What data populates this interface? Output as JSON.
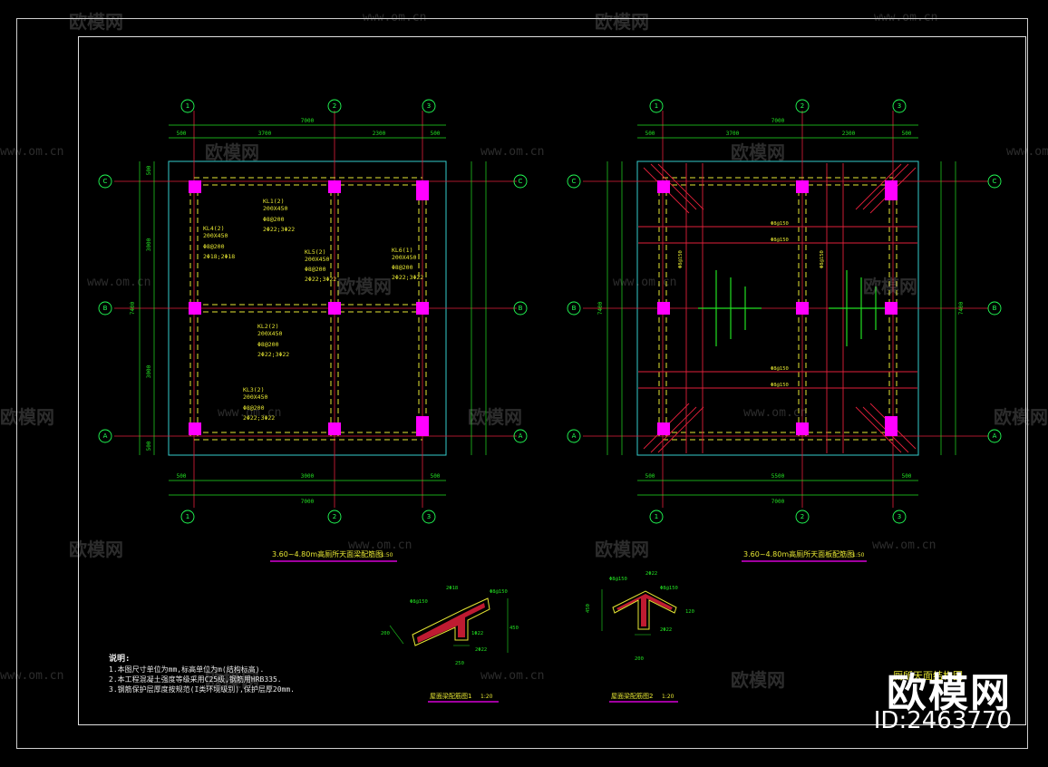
{
  "drawing": {
    "plan_left_title": "3.60~4.80m高厕所天面梁配筋图",
    "plan_left_scale": "1:50",
    "plan_right_title": "3.60~4.80m高厕所天面板配筋图",
    "plan_right_scale": "1:50",
    "section1_title": "屋面梁配筋图1",
    "section1_scale": "1:20",
    "section2_title": "屋面梁配筋图2",
    "section2_scale": "1:20",
    "sheet_title": "厕所天面结构图"
  },
  "axes": {
    "columns": [
      "1",
      "2",
      "3"
    ],
    "rows": [
      "C",
      "B",
      "A"
    ]
  },
  "dims": {
    "left_top_total": "7000",
    "left_top_parts": [
      "500",
      "3700",
      "2300",
      "500"
    ],
    "left_bottom_total": "7000",
    "left_bottom_parts": [
      "500",
      "3000",
      "500"
    ],
    "left_side_total": "7400",
    "left_side_parts": [
      "500",
      "3000",
      "3000",
      "500"
    ],
    "right_top_total": "7000",
    "right_top_parts": [
      "500",
      "3700",
      "2300",
      "500"
    ],
    "right_bottom_total": "7000",
    "right_bottom_parts": [
      "500",
      "5500",
      "500"
    ],
    "right_side_total": "7400"
  },
  "beams": [
    {
      "id": "KL1(2)",
      "size": "200X450",
      "stirrup": "Φ8@200",
      "bars": "2Φ22;3Φ22"
    },
    {
      "id": "KL4(2)",
      "size": "200X450",
      "stirrup": "Φ8@200",
      "bars": "2Φ18;2Φ18"
    },
    {
      "id": "KL5(2)",
      "size": "200X450",
      "stirrup": "Φ8@200",
      "bars": "2Φ22;3Φ22"
    },
    {
      "id": "KL6(1)",
      "size": "200X450",
      "stirrup": "Φ8@200",
      "bars": "2Φ22;3Φ22"
    },
    {
      "id": "KL2(2)",
      "size": "200X450",
      "stirrup": "Φ8@200",
      "bars": "2Φ22;3Φ22"
    },
    {
      "id": "KL3(2)",
      "size": "200X450",
      "stirrup": "Φ8@200",
      "bars": "2Φ22;3Φ22"
    }
  ],
  "slab_labels": [
    "Φ8@150",
    "Φ8@150",
    "Φ8@150",
    "Φ8@150",
    "Φ8@150",
    "Φ8@150"
  ],
  "section_labels": {
    "s1": [
      "Φ8@150",
      "2Φ18",
      "Φ8@150",
      "1Φ22",
      "2Φ22",
      "250",
      "200",
      "450"
    ],
    "s2": [
      "Φ8@150",
      "2Φ22",
      "Φ8@150",
      "2Φ22",
      "200",
      "450",
      "120"
    ]
  },
  "notes": {
    "heading": "说明:",
    "lines": [
      "1.本图尺寸单位为mm,标高单位为m(结构标高).",
      "2.本工程混凝土强度等级采用C25级,钢筋用HRB335.",
      "3.钢筋保护层厚度按规范(I类环境级别),保护层厚20mm."
    ]
  },
  "watermark": {
    "brand": "欧模网",
    "url": "www.om.cn",
    "id": "ID:2463770"
  },
  "colors": {
    "axis_red": "#e0203a",
    "dim_green": "#22e022",
    "column_magenta": "#ff00ff",
    "outline_cyan": "#33cccc",
    "beam_yellow": "#e6e633",
    "bubble_green": "#22ff55"
  }
}
